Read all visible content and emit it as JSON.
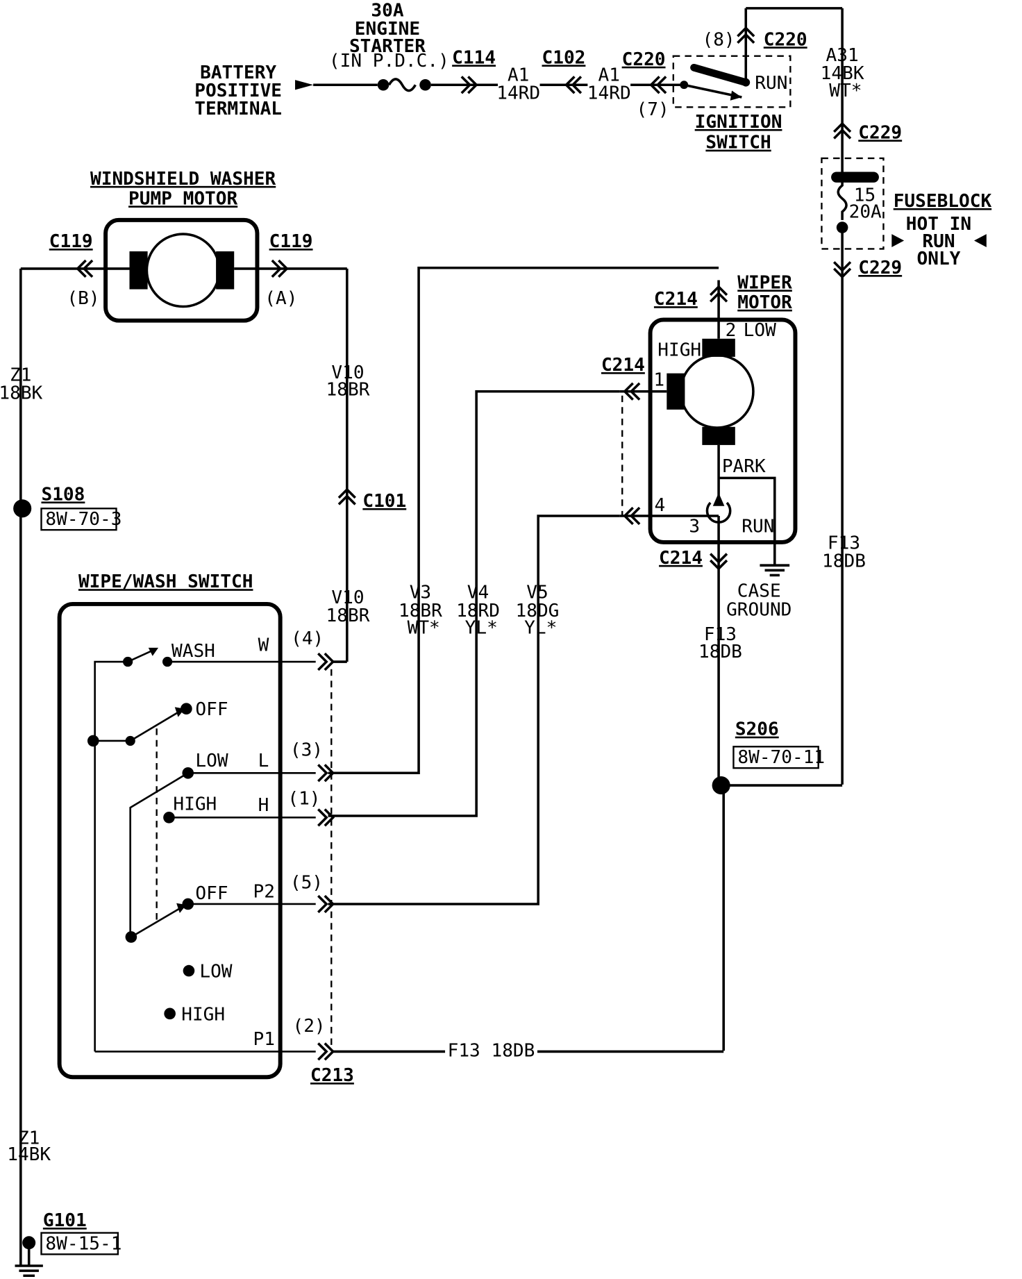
{
  "battery": {
    "label": [
      "BATTERY",
      "POSITIVE",
      "TERMINAL"
    ]
  },
  "fuse_pdc": {
    "label": [
      "30A",
      "ENGINE",
      "STARTER",
      "(IN P.D.C.)"
    ]
  },
  "connectors": {
    "c114": "C114",
    "c102": "C102",
    "c220_a": "C220",
    "c220_b": "C220",
    "c229_a": "C229",
    "c229_b": "C229",
    "c119_left": "C119",
    "c119_right": "C119",
    "c101": "C101",
    "c214_top": "C214",
    "c214_mid": "C214",
    "c214_bot": "C214",
    "c213": "C213"
  },
  "wires": {
    "a1_left": [
      "A1",
      "14RD"
    ],
    "a1_right": [
      "A1",
      "14RD"
    ],
    "a31": [
      "A31",
      "14BK",
      "WT*"
    ],
    "z1_upper": [
      "Z1",
      "18BK"
    ],
    "z1_lower": [
      "Z1",
      "14BK"
    ],
    "v10_upper": [
      "V10",
      "18BR"
    ],
    "v10_lower": [
      "V10",
      "18BR"
    ],
    "v3": [
      "V3",
      "18BR",
      "WT*"
    ],
    "v4": [
      "V4",
      "18RD",
      "YL*"
    ],
    "v5": [
      "V5",
      "18DG",
      "YL*"
    ],
    "f13_right": [
      "F13",
      "18DB"
    ],
    "f13_mid": [
      "F13",
      "18DB"
    ],
    "f13_bottom": "F13 18DB"
  },
  "ignition": {
    "pin_in": "(7)",
    "pin_out": "(8)",
    "run": "RUN",
    "label": [
      "IGNITION",
      "SWITCH"
    ]
  },
  "fuseblock": {
    "fuse_num": "15",
    "fuse_amp": "20A",
    "title": "FUSEBLOCK",
    "note": [
      "HOT IN",
      "RUN",
      "ONLY"
    ]
  },
  "washer_pump": {
    "title": [
      "WINDSHIELD WASHER",
      "PUMP MOTOR"
    ],
    "pin_b": "(B)",
    "pin_a": "(A)"
  },
  "wiper_motor": {
    "title": [
      "WIPER",
      "MOTOR"
    ],
    "pin2": "2",
    "low": "LOW",
    "high": "HIGH",
    "pin1": "1",
    "park": "PARK",
    "pin4": "4",
    "pin3": "3",
    "run": "RUN",
    "case_ground": [
      "CASE",
      "GROUND"
    ]
  },
  "splices": {
    "s108": {
      "id": "S108",
      "ref": "8W-70-3"
    },
    "s206": {
      "id": "S206",
      "ref": "8W-70-11"
    },
    "g101": {
      "id": "G101",
      "ref": "8W-15-1"
    }
  },
  "switch": {
    "title": "WIPE/WASH SWITCH",
    "wash": "WASH",
    "off1": "OFF",
    "low1": "LOW",
    "high1": "HIGH",
    "off2": "OFF",
    "low2": "LOW",
    "high2": "HIGH",
    "w": "W",
    "l": "L",
    "h": "H",
    "p2": "P2",
    "p1": "P1",
    "pin4": "(4)",
    "pin3": "(3)",
    "pin1": "(1)",
    "pin5": "(5)",
    "pin2": "(2)"
  }
}
